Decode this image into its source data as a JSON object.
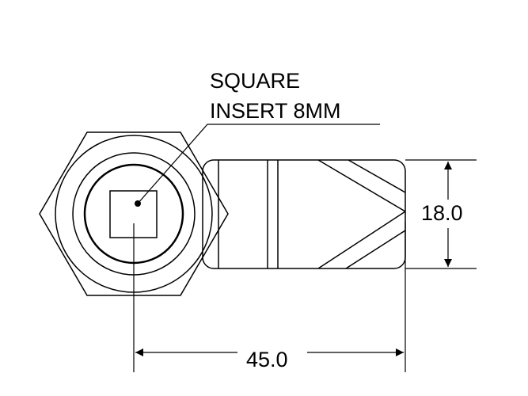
{
  "label": {
    "line1": "SQUARE",
    "line2": "INSERT 8MM"
  },
  "dimensions": {
    "height": "18.0",
    "length": "45.0"
  },
  "colors": {
    "stroke": "#000000",
    "background": "#ffffff"
  }
}
